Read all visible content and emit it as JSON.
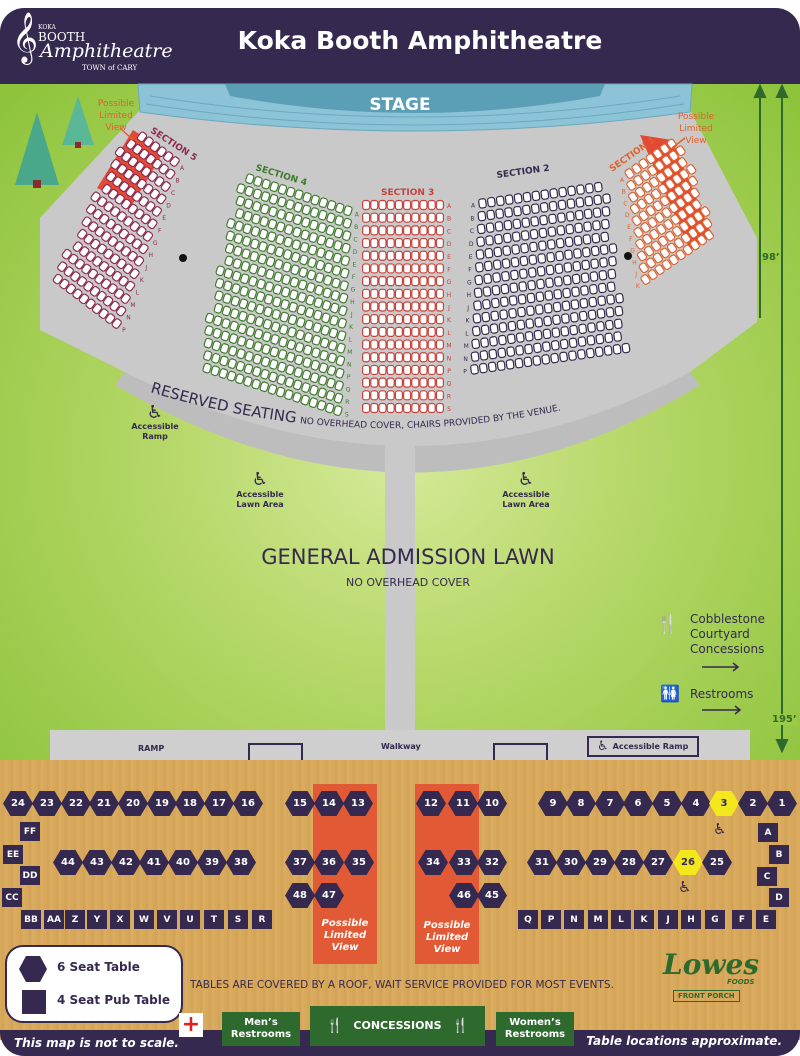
{
  "header": {
    "title": "Koka Booth Amphitheatre",
    "logo": {
      "koka": "KOKA",
      "booth": "BOOTH",
      "amphitheatre": "Amphitheatre",
      "town": "TOWN of CARY"
    }
  },
  "stage": "STAGE",
  "limited_view_label": "Possible Limited View",
  "sections": [
    {
      "name": "SECTION 5",
      "color": "#8e2a50",
      "rows": [
        "A",
        "B",
        "C",
        "D",
        "E",
        "F",
        "G",
        "H",
        "J",
        "K",
        "L",
        "M",
        "N",
        "P"
      ],
      "seats": [
        6,
        7,
        8,
        8,
        8,
        8,
        9,
        9,
        9,
        9,
        9,
        10,
        10,
        10
      ]
    },
    {
      "name": "SECTION 4",
      "color": "#3f7a2e",
      "rows": [
        "A",
        "B",
        "C",
        "D",
        "E",
        "F",
        "G",
        "H",
        "J",
        "K",
        "L",
        "M",
        "N",
        "P",
        "Q",
        "R",
        "S"
      ],
      "seats": [
        13,
        14,
        14,
        14,
        15,
        15,
        15,
        15,
        16,
        16,
        16,
        16,
        17,
        17,
        17,
        17,
        17
      ]
    },
    {
      "name": "SECTION 3",
      "color": "#c8413a",
      "rows": [
        "A",
        "B",
        "C",
        "D",
        "E",
        "F",
        "G",
        "H",
        "J",
        "K",
        "L",
        "M",
        "N",
        "P",
        "Q",
        "R",
        "S"
      ],
      "seats": [
        10,
        10,
        10,
        10,
        10,
        10,
        10,
        10,
        10,
        10,
        10,
        10,
        10,
        10,
        10,
        10,
        10
      ]
    },
    {
      "name": "SECTION 2",
      "color": "#35294f",
      "rows": [
        "A",
        "B",
        "C",
        "D",
        "E",
        "F",
        "G",
        "H",
        "J",
        "K",
        "L",
        "M",
        "N",
        "P"
      ],
      "seats": [
        14,
        15,
        15,
        15,
        15,
        16,
        16,
        16,
        16,
        17,
        17,
        17,
        17,
        18
      ]
    },
    {
      "name": "SECTION 1",
      "color": "#e0602e",
      "rows": [
        "A",
        "B",
        "C",
        "D",
        "E",
        "F",
        "G",
        "H",
        "J",
        "K"
      ],
      "seats": [
        7,
        8,
        8,
        9,
        9,
        9,
        9,
        10,
        10,
        10
      ]
    }
  ],
  "reserved": {
    "title": "RESERVED SEATING",
    "note": "NO OVERHEAD COVER, CHAIRS PROVIDED BY THE VENUE."
  },
  "accessible": {
    "ramp": "Accessible Ramp",
    "lawn": "Accessible Lawn Area"
  },
  "lawn": {
    "title": "GENERAL ADMISSION LAWN",
    "note": "NO OVERHEAD COVER"
  },
  "amenities": {
    "cobblestone": [
      "Cobblestone",
      "Courtyard",
      "Concessions"
    ],
    "restrooms": "Restrooms"
  },
  "distances": {
    "near": "98’",
    "far": "195’"
  },
  "walkway": {
    "ramp": "RAMP",
    "walkway": "Walkway",
    "accessible_ramp": "Accessible Ramp"
  },
  "tables6": {
    "row1": [
      "24",
      "23",
      "22",
      "21",
      "20",
      "19",
      "18",
      "17",
      "16",
      "15",
      "14",
      "13",
      "12",
      "11",
      "10",
      "9",
      "8",
      "7",
      "6",
      "5",
      "4",
      "3",
      "2",
      "1"
    ],
    "row2": [
      "44",
      "43",
      "42",
      "41",
      "40",
      "39",
      "38",
      "37",
      "36",
      "35",
      "34",
      "33",
      "32",
      "31",
      "30",
      "29",
      "28",
      "27",
      "26",
      "25"
    ],
    "row3": [
      "48",
      "47",
      "46",
      "45"
    ],
    "accessible": [
      "3",
      "26"
    ]
  },
  "pub_tables": {
    "left_column": [
      "FF",
      "EE",
      "DD",
      "CC"
    ],
    "left_row": [
      "BB",
      "AA",
      "Z",
      "Y",
      "X",
      "W",
      "V",
      "U",
      "T",
      "S",
      "R"
    ],
    "right_row": [
      "Q",
      "P",
      "N",
      "M",
      "L",
      "K",
      "J",
      "H",
      "G",
      "F",
      "E"
    ],
    "right_column": [
      "A",
      "B",
      "C",
      "D"
    ]
  },
  "legend": {
    "six": "6 Seat Table",
    "four": "4 Seat Pub Table"
  },
  "tables_note": "TABLES ARE COVERED BY A ROOF, WAIT SERVICE PROVIDED FOR MOST EVENTS.",
  "sponsor": {
    "name": "Lowes",
    "sub": "FOODS",
    "tag": "FRONT PORCH"
  },
  "facilities": {
    "mens": "Men’s Restrooms",
    "concessions": "CONCESSIONS",
    "womens": "Women’s Restrooms"
  },
  "footer": {
    "left": "This map is not to scale.",
    "right": "Table locations approximate."
  }
}
